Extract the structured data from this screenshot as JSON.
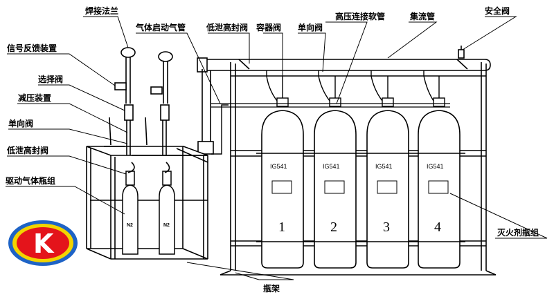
{
  "labels": {
    "weld_flange": "焊接法兰",
    "signal_feedback": "信号反馈装置",
    "selector_valve": "选择阀",
    "pressure_reducer": "减压装置",
    "check_valve_left": "单向阀",
    "low_leak_seal_valve_left": "低泄高封阀",
    "drive_gas_cylinders": "驱动气体瓶组",
    "gas_start_pipe": "气体启动气管",
    "low_leak_seal_valve_top": "低泄高封阀",
    "container_valve": "容器阀",
    "check_valve_top": "单向阀",
    "hp_hose": "高压连接软管",
    "manifold": "集流管",
    "safety_valve": "安全阀",
    "extinguisher_cylinders": "灭火剂瓶组",
    "cylinder_rack": "瓶架"
  },
  "cylinders": [
    {
      "agent": "IG541",
      "number": "1"
    },
    {
      "agent": "IG541",
      "number": "2"
    },
    {
      "agent": "IG541",
      "number": "3"
    },
    {
      "agent": "IG541",
      "number": "4"
    }
  ],
  "drive_cylinders": [
    {
      "gas": "N2"
    },
    {
      "gas": "N2"
    }
  ],
  "logo": {
    "letter": "K",
    "outer_color": "#1e63c6",
    "ring_color": "#f2d400",
    "inner_color": "#e4141b"
  }
}
